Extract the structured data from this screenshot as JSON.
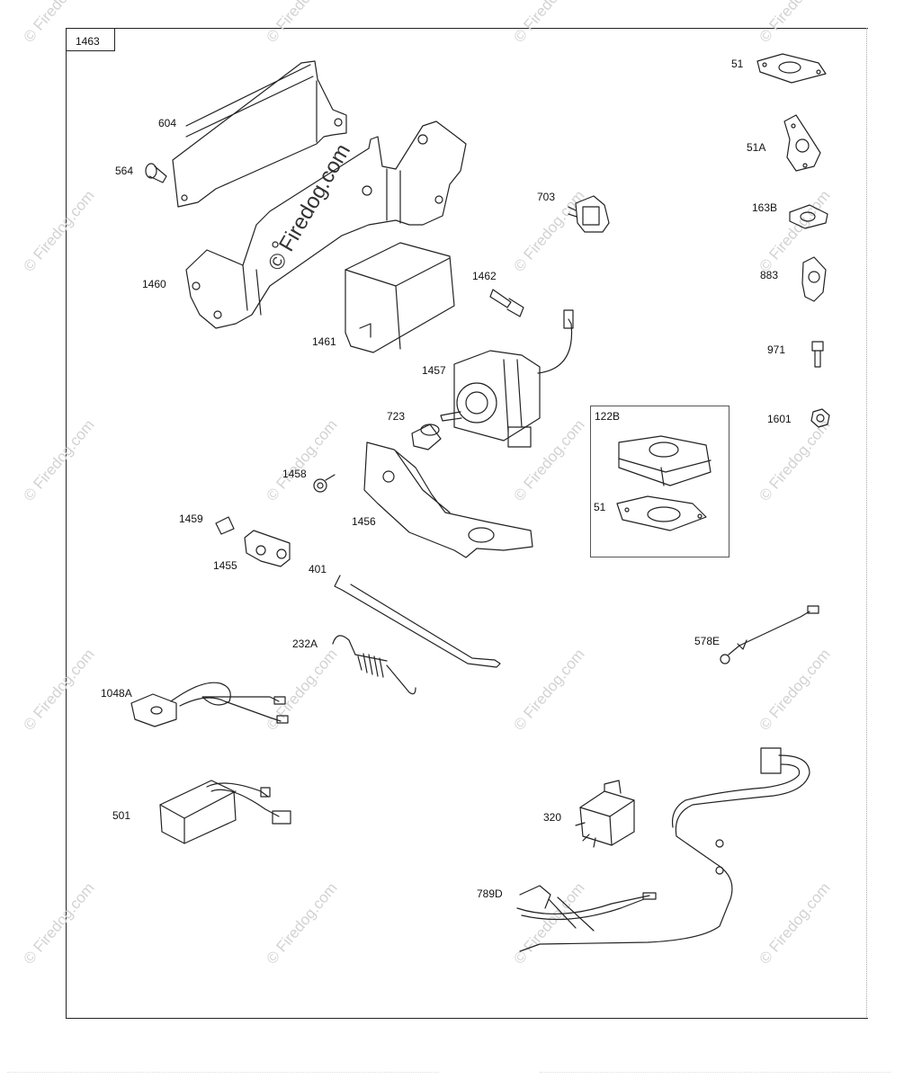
{
  "diagram_id": "1463",
  "watermark": "© Firedog.com",
  "parts": [
    {
      "id": "51"
    },
    {
      "id": "604"
    },
    {
      "id": "51A"
    },
    {
      "id": "564"
    },
    {
      "id": "703"
    },
    {
      "id": "163B"
    },
    {
      "id": "1460"
    },
    {
      "id": "1462"
    },
    {
      "id": "883"
    },
    {
      "id": "1461"
    },
    {
      "id": "971"
    },
    {
      "id": "1457"
    },
    {
      "id": "723"
    },
    {
      "id": "122B"
    },
    {
      "id": "1601"
    },
    {
      "id": "1458"
    },
    {
      "id": "51"
    },
    {
      "id": "1459"
    },
    {
      "id": "1456"
    },
    {
      "id": "1455"
    },
    {
      "id": "401"
    },
    {
      "id": "578E"
    },
    {
      "id": "232A"
    },
    {
      "id": "1048A"
    },
    {
      "id": "501"
    },
    {
      "id": "320"
    },
    {
      "id": "789D"
    }
  ]
}
